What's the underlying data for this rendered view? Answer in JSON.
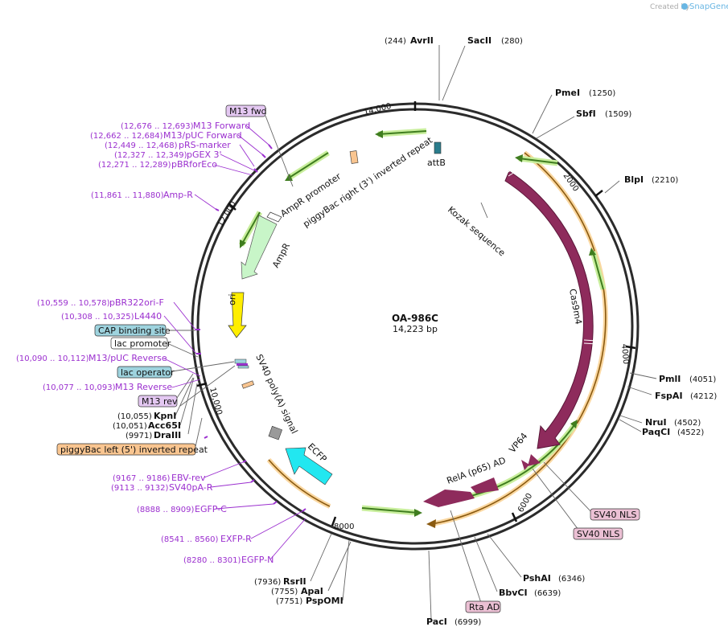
{
  "watermark": {
    "created_by": "Created by",
    "brand": "SnapGene"
  },
  "plasmid": {
    "name": "OA-986C",
    "size": "14,223 bp"
  },
  "ticks": [
    "2000",
    "4000",
    "6000",
    "8000",
    "10,000",
    "12,000",
    "14,000"
  ],
  "restriction_sites": [
    {
      "name": "AvrII",
      "pos": "(244)"
    },
    {
      "name": "SacII",
      "pos": "(280)"
    },
    {
      "name": "PmeI",
      "pos": "(1250)"
    },
    {
      "name": "SbfI",
      "pos": "(1509)"
    },
    {
      "name": "BlpI",
      "pos": "(2210)"
    },
    {
      "name": "PmlI",
      "pos": "(4051)"
    },
    {
      "name": "FspAI",
      "pos": "(4212)"
    },
    {
      "name": "NruI",
      "pos": "(4502)"
    },
    {
      "name": "PaqCI",
      "pos": "(4522)"
    },
    {
      "name": "PshAI",
      "pos": "(6346)"
    },
    {
      "name": "BbvCI",
      "pos": "(6639)"
    },
    {
      "name": "PacI",
      "pos": "(6999)"
    },
    {
      "name": "RsrII",
      "pos": "(7936)"
    },
    {
      "name": "ApaI",
      "pos": "(7755)"
    },
    {
      "name": "PspOMI",
      "pos": "(7751)"
    },
    {
      "name": "KpnI",
      "pos": "(10,055)"
    },
    {
      "name": "Acc65I",
      "pos": "(10,051)"
    },
    {
      "name": "DraIII",
      "pos": "(9971)"
    }
  ],
  "primers": [
    {
      "name": "M13 Forward",
      "pos": "(12,676 .. 12,693)"
    },
    {
      "name": "M13/pUC Forward",
      "pos": "(12,662 .. 12,684)"
    },
    {
      "name": "pRS-marker",
      "pos": "(12,449 .. 12,468)"
    },
    {
      "name": "pGEX 3'",
      "pos": "(12,327 .. 12,349)"
    },
    {
      "name": "pBRforEco",
      "pos": "(12,271 .. 12,289)"
    },
    {
      "name": "Amp-R",
      "pos": "(11,861 .. 11,880)"
    },
    {
      "name": "pBR322ori-F",
      "pos": "(10,559 .. 10,578)"
    },
    {
      "name": "L4440",
      "pos": "(10,308 .. 10,325)"
    },
    {
      "name": "M13/pUC Reverse",
      "pos": "(10,090 .. 10,112)"
    },
    {
      "name": "M13 Reverse",
      "pos": "(10,077 .. 10,093)"
    },
    {
      "name": "EBV-rev",
      "pos": "(9167 .. 9186)"
    },
    {
      "name": "SV40pA-R",
      "pos": "(9113 .. 9132)"
    },
    {
      "name": "EGFP-C",
      "pos": "(8888 .. 8909)"
    },
    {
      "name": "EXFP-R",
      "pos": "(8541 .. 8560)"
    },
    {
      "name": "EGFP-N",
      "pos": "(8280 .. 8301)"
    }
  ],
  "boxed_labels": {
    "m13_fwd": "M13 fwd",
    "cap_binding_site": "CAP binding site",
    "lac_promoter": "lac promoter",
    "lac_operator": "lac operator",
    "m13_rev": "M13 rev",
    "piggybac_left": "piggyBac left (5') inverted repeat",
    "sv40_nls_1": "SV40 NLS",
    "sv40_nls_2": "SV40 NLS",
    "rta_ad": "Rta AD"
  },
  "features": {
    "attb": "attB",
    "piggybac_right": "piggyBac right (3') inverted repeat",
    "ampr_promoter": "AmpR promoter",
    "ampr": "AmpR",
    "ori": "ori",
    "kozak": "Kozak sequence",
    "cas9m4": "Cas9m4",
    "vp64": "VP64",
    "rela": "RelA (p65) AD",
    "ecfp": "ECFP",
    "sv40_polya": "SV40 poly(A) signal"
  },
  "colors": {
    "cas9": "#8e2b5c",
    "ecfp": "#22e7f0",
    "ori": "#ffee00",
    "ampr": "#c8f5c8",
    "orf_yellow": "#f5b042",
    "orf_green": "#6fbe3e",
    "primer": "#9b2fcf",
    "box_pink": "#ebc0d4",
    "box_blue": "#9ed3de",
    "box_purple": "#e4c8f2",
    "box_orange": "#f9c590"
  }
}
